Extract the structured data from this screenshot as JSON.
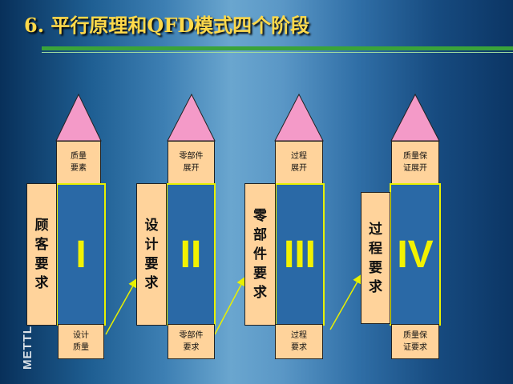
{
  "title": "6. 平行原理和QFD模式四个阶段",
  "watermark": "METTL",
  "stages": [
    {
      "numeral": "I",
      "input": "顾\n客\n要\n求",
      "top": "质量\n要素",
      "bottom": "设计\n质量"
    },
    {
      "numeral": "II",
      "input": "设\n计\n要\n求",
      "top": "零部件\n展开",
      "bottom": "零部件\n要求"
    },
    {
      "numeral": "III",
      "input": "零\n部\n件\n要\n求",
      "top": "过程\n展开",
      "bottom": "过程\n要求"
    },
    {
      "numeral": "IV",
      "input": "过\n程\n要\n求",
      "top": "质量保\n证展开",
      "bottom": "质量保\n证要求"
    }
  ],
  "colors": {
    "roof": "#f49ac8",
    "peach": "#ffd39b",
    "blue": "#2a69a6",
    "outline": "#e8f000",
    "arrow": "#e8f000",
    "title": "#ffd94a"
  }
}
